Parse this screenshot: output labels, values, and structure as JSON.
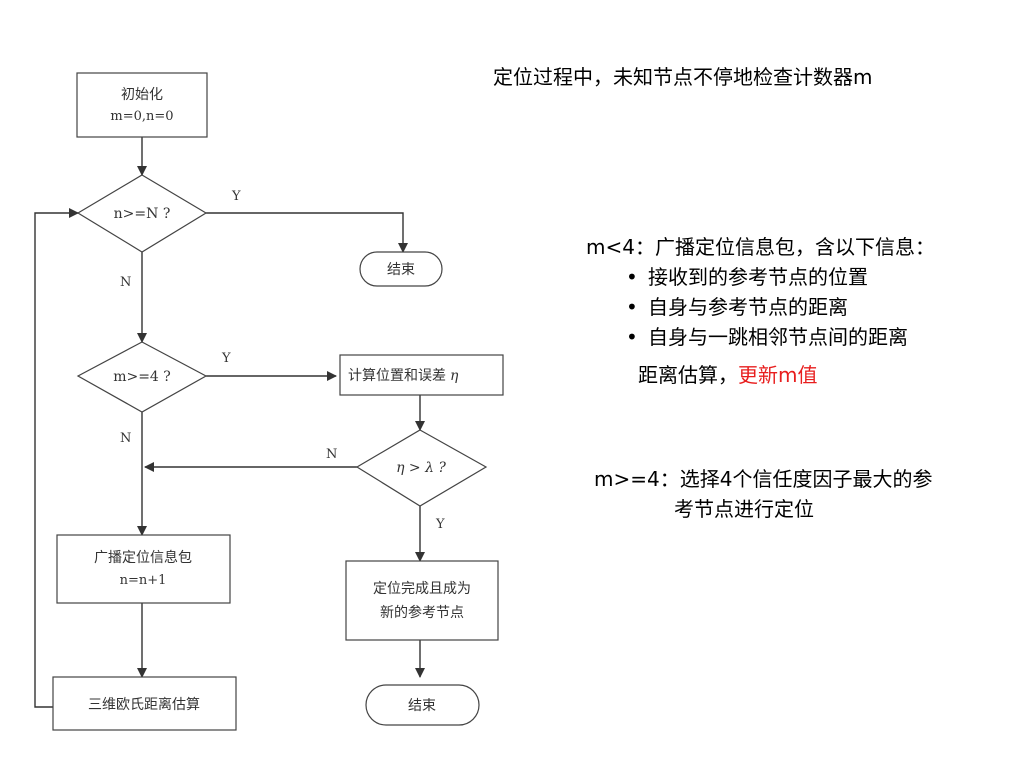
{
  "caption": "定位过程中，未知节点不停地检查计数器m",
  "flowchart": {
    "init": [
      "初始化",
      "m=0,n=0"
    ],
    "decision_n": "n>=N ?",
    "end_top": "结束",
    "decision_m": "m>=4 ?",
    "calc": "计算位置和误差",
    "calc_symbol": "η",
    "decision_eta": "η > λ ?",
    "broadcast": [
      "广播定位信息包",
      "n=n+1"
    ],
    "done": [
      "定位完成且成为",
      "新的参考节点"
    ],
    "estimate": "三维欧氏距离估算",
    "end_bottom": "结束",
    "labels": {
      "yes": "Y",
      "no": "N"
    }
  },
  "m_lt4": {
    "heading": "m<4：广播定位信息包，含以下信息：",
    "bullet_symbol": "•",
    "items": [
      "接收到的参考节点的位置",
      "自身与参考节点的距离",
      "自身与一跳相邻节点间的距离"
    ],
    "estimate_prefix": "距离估算，",
    "estimate_highlight": "更新m值",
    "highlight_color": "#e81e1e"
  },
  "m_ge4": {
    "line1": "m>=4：选择4个信任度因子最大的参",
    "line2": "考节点进行定位"
  }
}
